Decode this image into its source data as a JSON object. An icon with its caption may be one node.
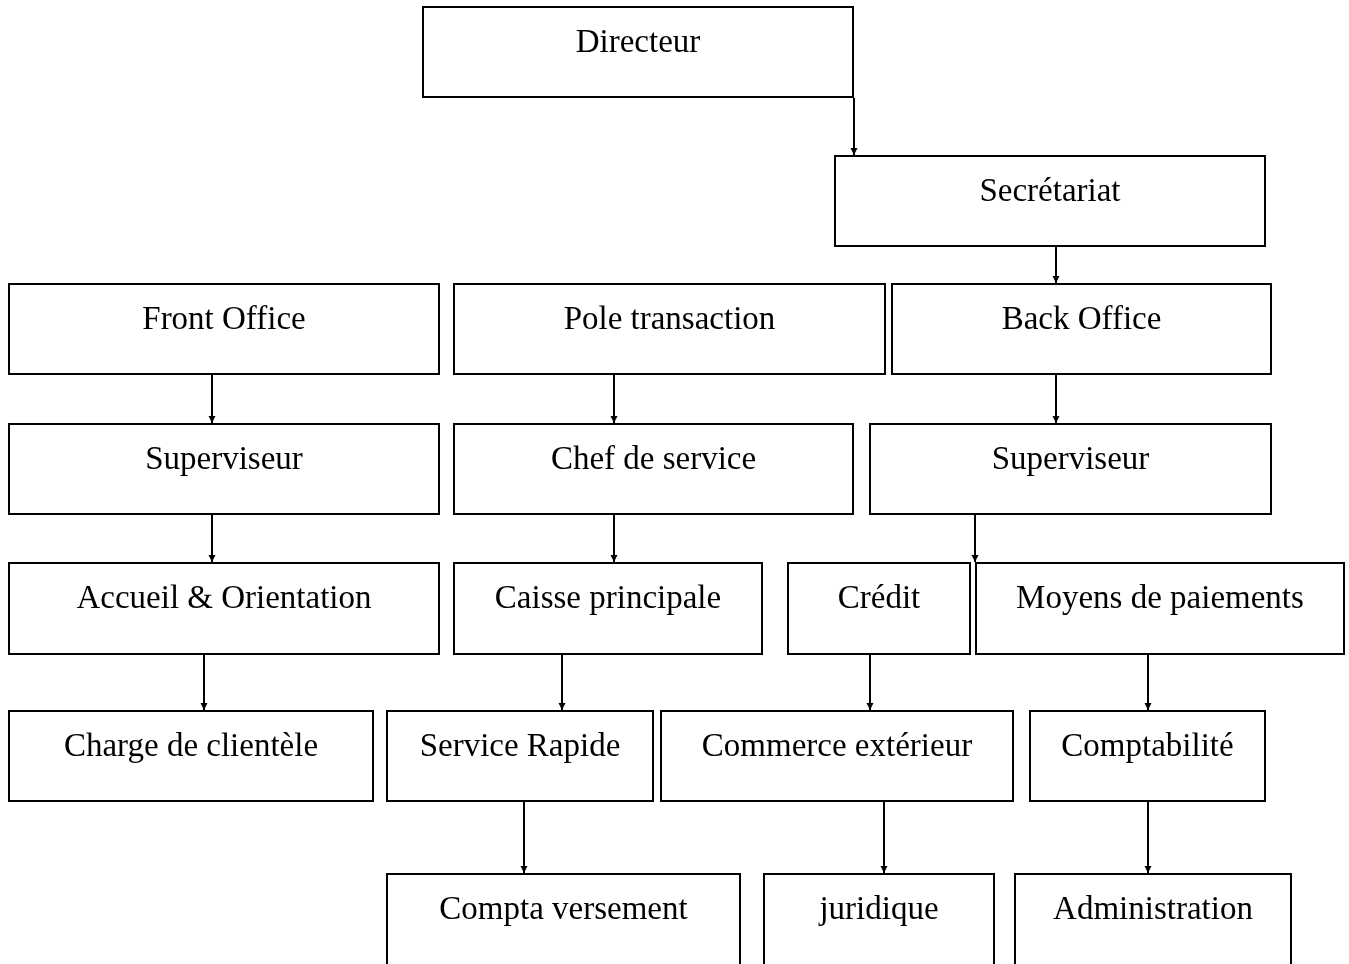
{
  "diagram": {
    "nodes": [
      {
        "text": [
          "Directeur"
        ]
      },
      {
        "text": [
          "Secrétariat"
        ]
      },
      {
        "text": [
          "Front Office"
        ]
      },
      {
        "text": [
          "Pole transaction"
        ]
      },
      {
        "text": [
          "Back Office"
        ]
      },
      {
        "text": [
          "Superviseur"
        ]
      },
      {
        "text": [
          "Chef de service"
        ]
      },
      {
        "text": [
          "Superviseur"
        ]
      },
      {
        "text": [
          "Accueil & Orientation"
        ]
      },
      {
        "text": [
          "Caisse principale"
        ]
      },
      {
        "text": [
          "Crédit"
        ]
      },
      {
        "text": [
          "Moyens de paiements"
        ]
      },
      {
        "text": [
          "Charge de clientèle"
        ]
      },
      {
        "text": [
          "Service Rapide"
        ]
      },
      {
        "text": [
          "Commerce extérieur"
        ]
      },
      {
        "text": [
          "Comptabilité"
        ]
      },
      {
        "text": [
          "Compta versement"
        ]
      },
      {
        "text": [
          "juridique"
        ]
      },
      {
        "text": [
          "Administration"
        ]
      }
    ],
    "edges": [
      {
        "from": 0,
        "to": 1,
        "arrow": "to"
      },
      {
        "from": 1,
        "to": 4,
        "arrow": "to"
      },
      {
        "from": 2,
        "to": 5,
        "arrow": "to"
      },
      {
        "from": 3,
        "to": 6,
        "arrow": "to"
      },
      {
        "from": 4,
        "to": 7,
        "arrow": "to"
      },
      {
        "from": 5,
        "to": 8,
        "arrow": "to"
      },
      {
        "from": 6,
        "to": 9,
        "arrow": "to"
      },
      {
        "from": 7,
        "to": 10,
        "arrow": "to"
      },
      {
        "from": 7,
        "to": 11,
        "arrow": "to"
      },
      {
        "from": 8,
        "to": 12,
        "arrow": "to"
      },
      {
        "from": 9,
        "to": 13,
        "arrow": "to"
      },
      {
        "from": 10,
        "to": 14,
        "arrow": "to"
      },
      {
        "from": 11,
        "to": 15,
        "arrow": "to"
      },
      {
        "from": 13,
        "to": 16,
        "arrow": "to"
      },
      {
        "from": 14,
        "to": 17,
        "arrow": "to"
      },
      {
        "from": 15,
        "to": 18,
        "arrow": "to"
      }
    ]
  }
}
